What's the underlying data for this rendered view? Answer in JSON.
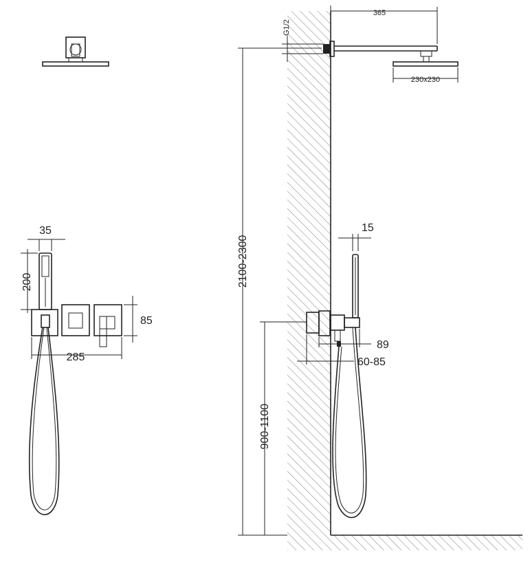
{
  "dimensions": {
    "arm_length": "365",
    "thread": "G1/2",
    "head_size": "230x230",
    "hand_width": "35",
    "hand_length": "200",
    "panel_height": "85",
    "panel_width": "285",
    "total_height": "2100-2300",
    "holder_depth": "15",
    "outlet_projection": "89",
    "wall_depth": "60-85",
    "valve_height": "900-1100"
  },
  "colors": {
    "line": "#222222",
    "background": "#ffffff"
  }
}
